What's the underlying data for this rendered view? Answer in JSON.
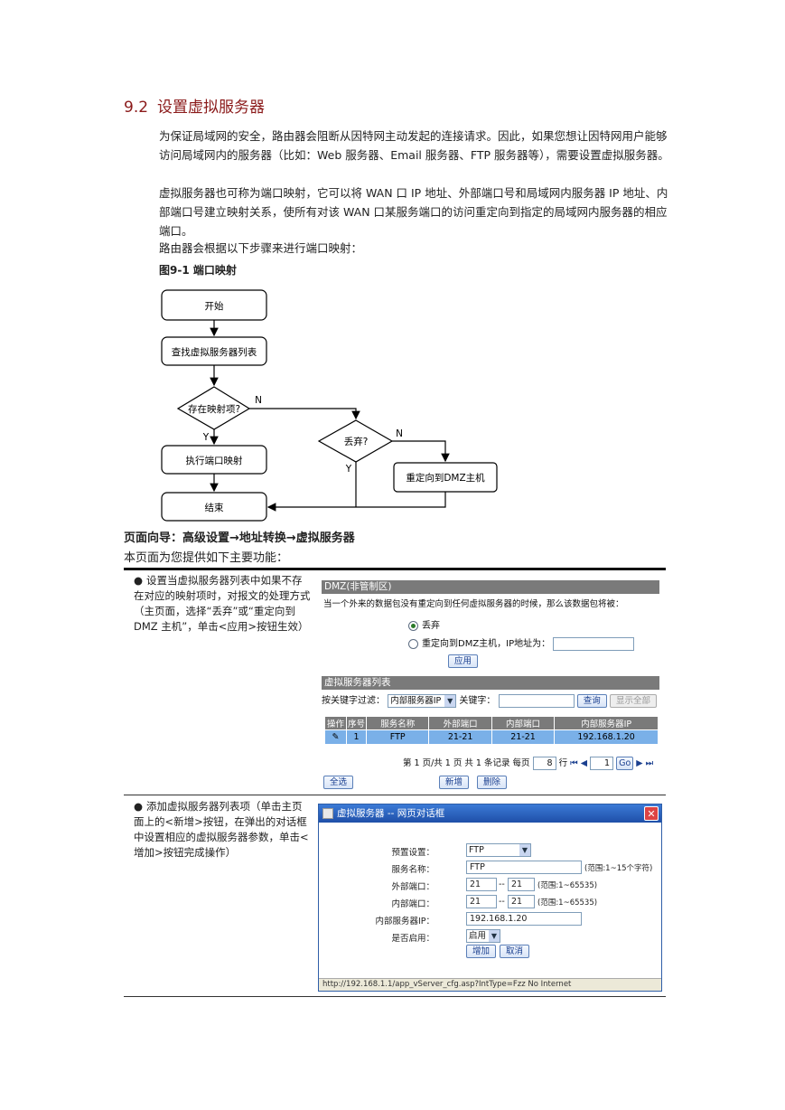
{
  "section": {
    "number": "9.2",
    "title": "设置虚拟服务器"
  },
  "paragraphs": {
    "p1": "为保证局域网的安全，路由器会阻断从因特网主动发起的连接请求。因此，如果您想让因特网用户能够访问局域网内的服务器（比如：Web 服务器、Email 服务器、FTP 服务器等），需要设置虚拟服务器。",
    "p2": "虚拟服务器也可称为端口映射，它可以将 WAN 口 IP 地址、外部端口号和局域网内服务器 IP 地址、内部端口号建立映射关系，使所有对该 WAN 口某服务端口的访问重定向到指定的局域网内服务器的相应端口。",
    "p3": "路由器会根据以下步骤来进行端口映射："
  },
  "figure_caption": "图9-1 端口映射",
  "flowchart": {
    "start": "开始",
    "lookup": "查找虚拟服务器列表",
    "has_mapping": "存在映射项?",
    "do_mapping": "执行端口映射",
    "discard": "丢弃?",
    "redirect": "重定向到DMZ主机",
    "end": "结束",
    "yes": "Y",
    "no": "N"
  },
  "nav_line": "页面向导：高级设置→地址转换→虚拟服务器",
  "intro_line": "本页面为您提供如下主要功能：",
  "bullets": {
    "b1": "设置当虚拟服务器列表中如果不存在对应的映射项时，对报文的处理方式（主页面，选择“丢弃”或“重定向到 DMZ 主机”，单击<应用>按钮生效）",
    "b2": "添加虚拟服务器列表项（单击主页面上的<新增>按钮，在弹出的对话框中设置相应的虚拟服务器参数，单击<增加>按钮完成操作）",
    "bullet_char": "●"
  },
  "dmz": {
    "header": "DMZ(非管制区)",
    "desc": "当一个外来的数据包没有重定向到任何虚拟服务器的时候，那么该数据包将被：",
    "opt_discard": "丢弃",
    "opt_redirect": "重定向到DMZ主机，IP地址为：",
    "apply": "应用"
  },
  "vs_list": {
    "header": "虚拟服务器列表",
    "filter_label": "按关键字过滤：",
    "filter_select": "内部服务器IP",
    "keyword_label": "关键字：",
    "query": "查询",
    "show_all": "显示全部",
    "columns": [
      "操作",
      "序号",
      "服务名称",
      "外部端口",
      "内部端口",
      "内部服务器IP"
    ],
    "rows": [
      {
        "op": "✎",
        "seq": "1",
        "name": "FTP",
        "ext": "21-21",
        "int": "21-21",
        "ip": "192.168.1.20"
      }
    ],
    "pager": "第 1 页/共 1 页 共 1 条记录 每页",
    "per_page": "8",
    "per_page_unit": "行",
    "page_input": "1",
    "go": "Go",
    "select_all": "全选",
    "add": "新增",
    "delete": "删除"
  },
  "dialog": {
    "title": "虚拟服务器 -- 网页对话框",
    "close": "✕",
    "preset_label": "预置设置：",
    "preset_value": "FTP",
    "name_label": "服务名称：",
    "name_value": "FTP",
    "name_hint": "(范围:1~15个字符)",
    "ext_label": "外部端口：",
    "ext_from": "21",
    "ext_to": "21",
    "port_hint": "(范围:1~65535)",
    "int_label": "内部端口：",
    "int_from": "21",
    "int_to": "21",
    "ip_label": "内部服务器IP：",
    "ip_value": "192.168.1.20",
    "enable_label": "是否启用：",
    "enable_value": "启用",
    "range_sep": "--",
    "add": "增加",
    "cancel": "取消",
    "status": "http://192.168.1.1/app_vServer_cfg.asp?IntType=Fzz No    Internet"
  }
}
